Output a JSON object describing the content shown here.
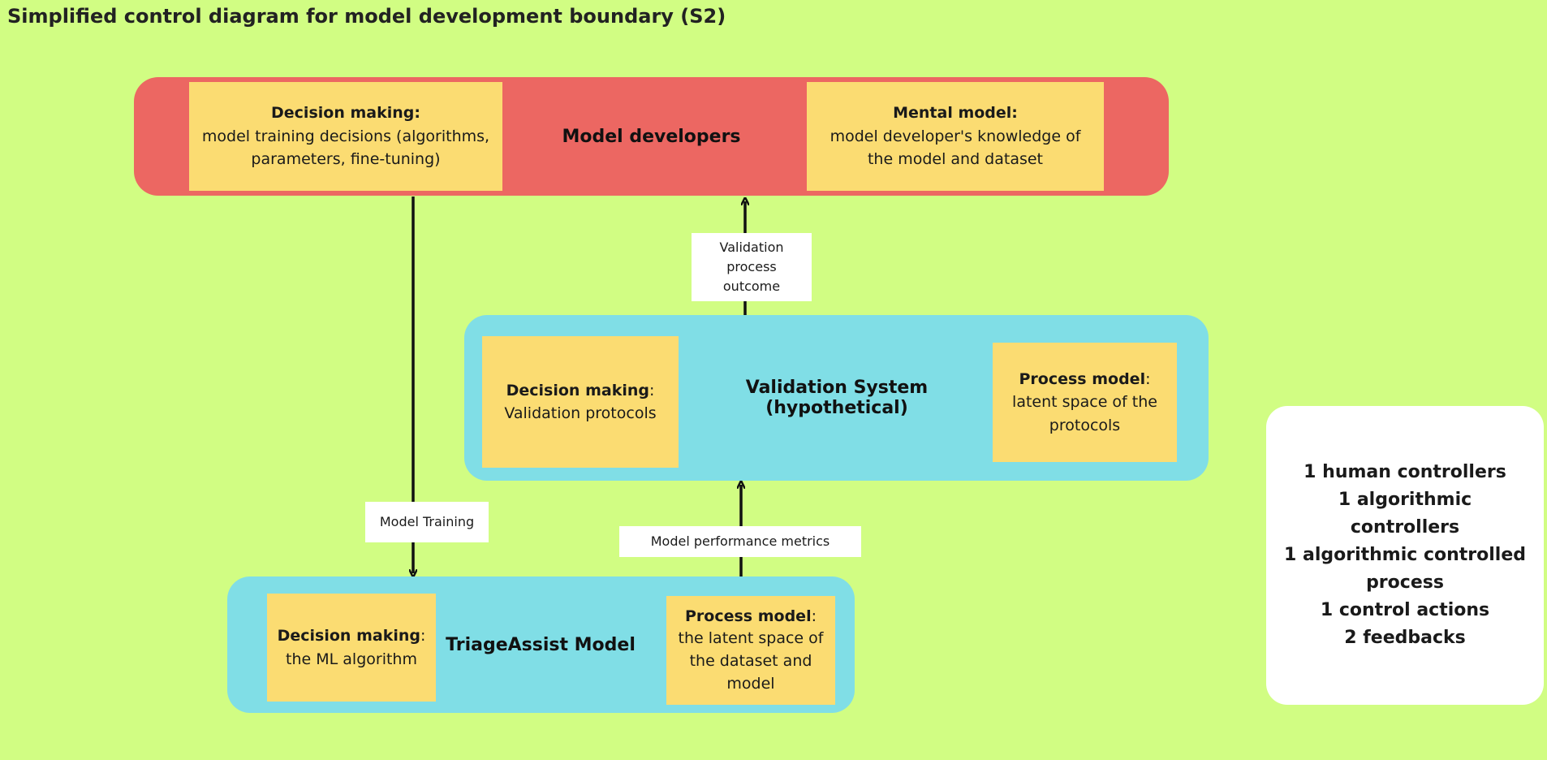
{
  "title": "Simplified control diagram for model development boundary (S2)",
  "model_developers": {
    "label": "Model developers",
    "decision": {
      "heading": "Decision making:",
      "body": "model training decisions (algorithms, parameters, fine-tuning)"
    },
    "mental_model": {
      "heading": "Mental model:",
      "body": "model developer's knowledge of the model and dataset"
    }
  },
  "validation_system": {
    "label": "Validation System (hypothetical)",
    "decision": {
      "heading": "Decision making",
      "heading_suffix": ":",
      "body": "Validation protocols"
    },
    "process_model": {
      "heading": "Process model",
      "heading_suffix": ":",
      "body": "latent space of the protocols"
    }
  },
  "triage_model": {
    "label": "TriageAssist Model",
    "decision": {
      "heading": "Decision making",
      "heading_suffix": ":",
      "body": "the ML algorithm"
    },
    "process_model": {
      "heading": "Process model",
      "heading_suffix": ":",
      "body": "the latent space of the dataset and model"
    }
  },
  "edges": {
    "validation_outcome": "Validation process outcome",
    "model_training": "Model Training",
    "performance_metrics": "Model performance metrics"
  },
  "summary": {
    "lines": [
      {
        "count": "1",
        "label": "human controllers"
      },
      {
        "count": "1",
        "label": "algorithmic controllers"
      },
      {
        "count": "1",
        "label": "algorithmic controlled process"
      },
      {
        "count": "1",
        "label": "control actions"
      },
      {
        "count": "2",
        "label": "feedbacks"
      }
    ]
  },
  "colors": {
    "background": "#d1fd83",
    "human_controller": "#ec6762",
    "algorithmic": "#80dee6",
    "note": "#fbdc72",
    "label_box": "#ffffff"
  }
}
